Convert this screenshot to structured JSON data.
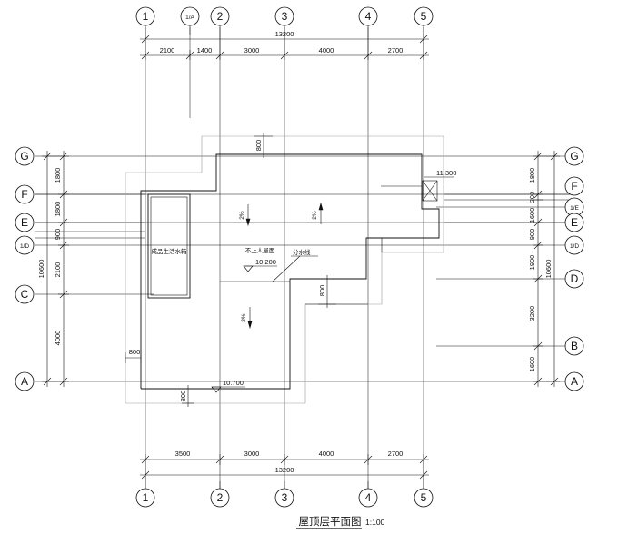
{
  "drawing": {
    "title": "屋顶层平面图",
    "scale": "1:100",
    "column_axes": {
      "top": [
        "1",
        "1/A",
        "2",
        "3",
        "4",
        "5"
      ],
      "bottom": [
        "1",
        "2",
        "3",
        "4",
        "5"
      ]
    },
    "row_axes": {
      "left": [
        "G",
        "F",
        "E",
        "1/D",
        "C",
        "A"
      ],
      "right": [
        "G",
        "F",
        "1/E",
        "E",
        "1/D",
        "D",
        "B",
        "A"
      ]
    },
    "dimensions": {
      "top_segments": [
        "2100",
        "1400",
        "3000",
        "4000",
        "2700"
      ],
      "top_total": "13200",
      "bottom_segments": [
        "3500",
        "3000",
        "4000",
        "2700"
      ],
      "bottom_total": "13200",
      "left_segments": [
        "1800",
        "1800",
        "900",
        "2100",
        "4000"
      ],
      "left_total": "10600",
      "right_segments": [
        "1800",
        "200",
        "1600",
        "900",
        "1900",
        "3200",
        "1600"
      ],
      "right_total": "10600",
      "misc": [
        "800",
        "800",
        "800",
        "800"
      ]
    },
    "annotations": {
      "tank_label": "成品生活水箱",
      "no_access_roof": "不上人屋面",
      "ridge_line": "分水线",
      "elev_1": "11.300",
      "elev_2": "10.200",
      "elev_3": "10.700",
      "slope_1": "2%",
      "slope_2": "2%",
      "slope_3": "2%"
    }
  }
}
